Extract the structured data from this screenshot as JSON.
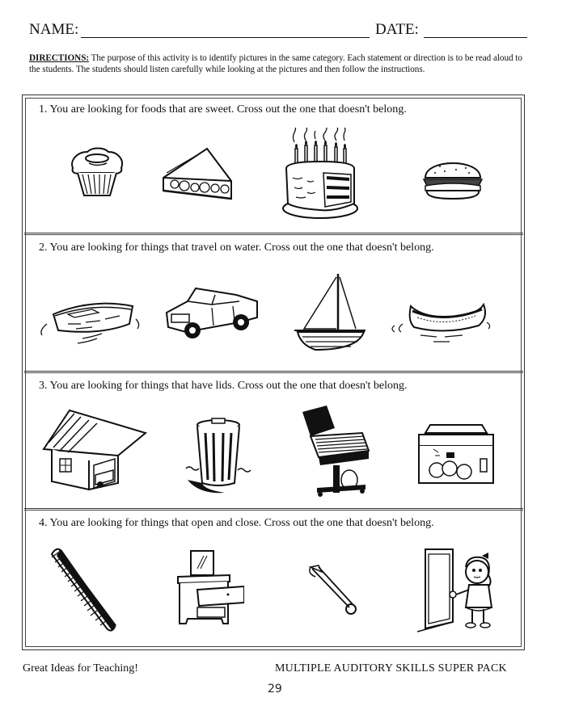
{
  "header": {
    "name_label": "NAME:",
    "date_label": "DATE:"
  },
  "directions": {
    "label": "DIRECTIONS:",
    "text": " The purpose of this activity is to identify pictures in the same category.  Each statement or direction is to be read aloud to the students.  The students should listen carefully while looking at the pictures and then follow the instructions."
  },
  "questions": [
    {
      "text": "1.  You are looking for foods that are sweet.  Cross out the one that doesn't belong.",
      "pictures": [
        "cupcake",
        "pie-slice",
        "birthday-cake",
        "hamburger"
      ]
    },
    {
      "text": "2.  You are looking for things that travel on water.  Cross out the one that doesn't belong.",
      "pictures": [
        "rowboat",
        "jeep",
        "sailboat",
        "canoe"
      ]
    },
    {
      "text": "3.  You are looking for things that have lids.  Cross out the one that doesn't belong.",
      "pictures": [
        "garage",
        "trash-can",
        "grill",
        "aquarium"
      ]
    },
    {
      "text": "4.  You are looking for things that open and close.  Cross out the one that doesn't belong.",
      "pictures": [
        "comb",
        "nightstand",
        "safety-pin",
        "door-with-girl"
      ]
    }
  ],
  "footer": {
    "left": "Great Ideas for Teaching!",
    "right": "MULTIPLE AUDITORY SKILLS SUPER PACK",
    "page_number": "29"
  }
}
